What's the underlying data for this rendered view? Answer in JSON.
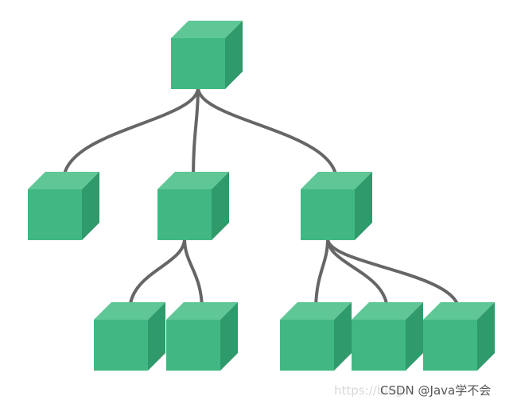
{
  "colors": {
    "face_front": "#41b883",
    "face_top": "#5fc796",
    "face_side": "#2f9a6b",
    "connector": "#666666"
  },
  "tree": {
    "root": "component-root",
    "children": {
      "component-root": [
        "component-a",
        "component-b",
        "component-c"
      ],
      "component-b": [
        "component-b1",
        "component-b2"
      ],
      "component-c": [
        "component-c1",
        "component-c2",
        "component-c3"
      ]
    }
  },
  "watermark": {
    "url_text": "https://blog.",
    "brand_text": "CSDN @Java学不会"
  }
}
